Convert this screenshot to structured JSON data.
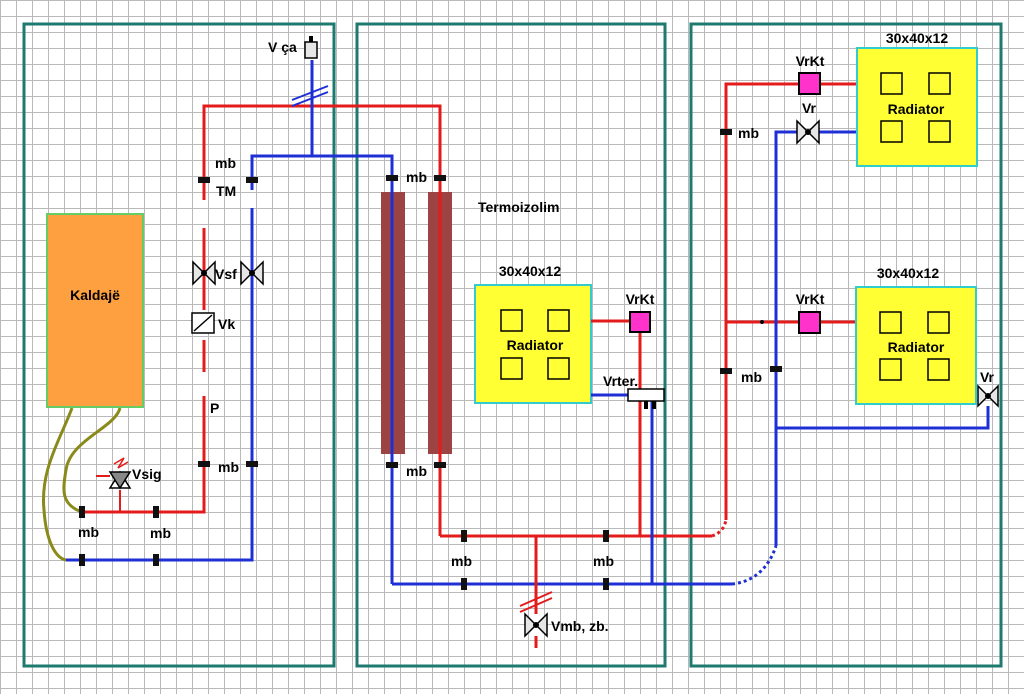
{
  "colors": {
    "supply": "#e41b1b",
    "return": "#1f2fd6",
    "panel_border": "#1e7a6e",
    "boiler": "#ffa040",
    "radiator": "#ffff33",
    "insulation": "#9c4444",
    "thermostatic_valve": "#ff33cc",
    "flex_hose": "#8a8a1a"
  },
  "labels": {
    "boiler": "Kaldajë",
    "expansion_valve": "V ça",
    "mb": "mb",
    "tm": "TM",
    "vsf": "Vsf",
    "vk": "Vk",
    "pump": "P",
    "vsig": "Vsig",
    "insulation": "Termoizolim",
    "radiator_size": "30x40x12",
    "radiator": "Radiator",
    "vrkt": "VrKt",
    "vrter": "Vrter.",
    "vr": "Vr",
    "vmb": "Vmb, zb."
  },
  "icons": [
    "gate-valve-icon",
    "check-valve-icon",
    "safety-valve-icon",
    "air-vent-icon",
    "thermostatic-valve-icon",
    "radiator-valve-icon",
    "pipe-connector-icon"
  ]
}
